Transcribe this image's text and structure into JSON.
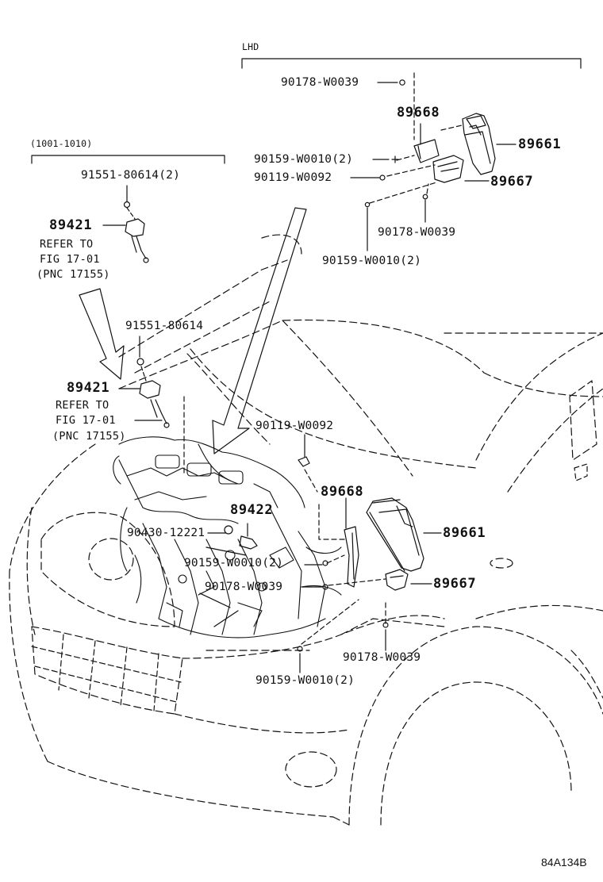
{
  "headers": {
    "lhd": "LHD",
    "date_range": "(1001-1010)"
  },
  "labels": {
    "p_90178_top": "90178-W0039",
    "p_89668_top": "89668",
    "p_89661_top": "89661",
    "p_90159_top": "90159-W0010(2)",
    "p_90119_top": "90119-W0092",
    "p_89667_top": "89667",
    "p_90178_top2": "90178-W0039",
    "p_90159_top2": "90159-W0010(2)",
    "p_91551_a": "91551-80614(2)",
    "p_89421_a": "89421",
    "p_91551_b": "91551-80614",
    "p_89421_b": "89421",
    "p_90119_mid": "90119-W0092",
    "p_89668_mid": "89668",
    "p_89422": "89422",
    "p_90430": "90430-12221",
    "p_89661_mid": "89661",
    "p_90159_mid": "90159-W0010(2)",
    "p_89667_mid": "89667",
    "p_90178_mid": "90178-W0039",
    "p_90178_low": "90178-W0039",
    "p_90159_low": "90159-W0010(2)"
  },
  "references": {
    "ref_a_1": "REFER TO",
    "ref_a_2": "FIG 17-01",
    "ref_a_3": "(PNC 17155)",
    "ref_b_1": "REFER TO",
    "ref_b_2": "FIG 17-01",
    "ref_b_3": "(PNC 17155)"
  },
  "illustration_id": "84A134B",
  "colors": {
    "ink": "#111111",
    "background": "#ffffff"
  }
}
